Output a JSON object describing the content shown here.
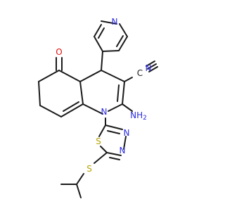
{
  "colors": {
    "bond": "#1a1a1a",
    "N": "#2a2ae0",
    "O": "#e01010",
    "S": "#b8a200",
    "background": "#ffffff"
  },
  "atom_labels": {
    "pyridine_n": "N",
    "carbonyl_o": "O",
    "nitrile_n": "N",
    "nitrile_c": "C",
    "amine": "NH",
    "amine_sub": "2",
    "ring_n": "N",
    "thiadiazole_s": "S",
    "thiadiazole_n1": "N",
    "thiadiazole_n2": "N",
    "thioether_s": "S"
  }
}
